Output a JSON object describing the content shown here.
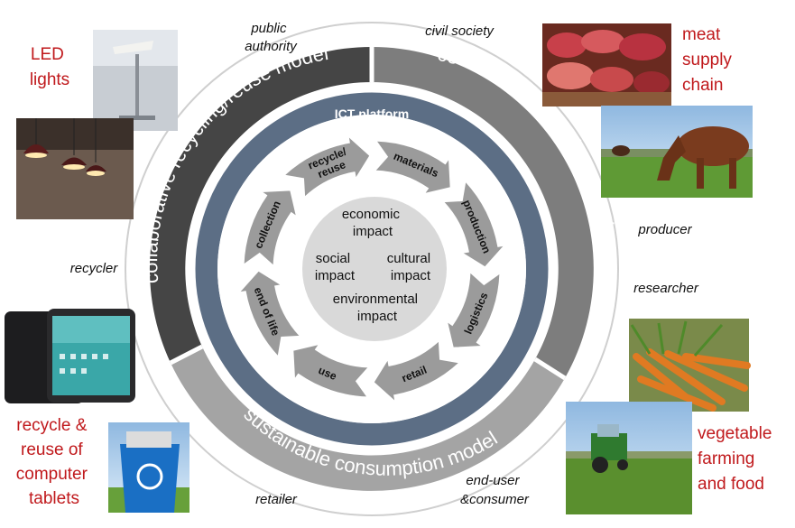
{
  "rings": {
    "outer_top_left": "collaborative recycling/reuse model",
    "outer_top_right": "co-creation of products/services model",
    "outer_bottom": "sustainable consumption model",
    "platform": "ICT platform"
  },
  "cycle_steps": [
    "recycle/ reuse",
    "materials",
    "production",
    "logistics",
    "retail",
    "use",
    "end of life",
    "collection"
  ],
  "impacts": {
    "economic": [
      "economic",
      "impact"
    ],
    "social": [
      "social",
      "impact"
    ],
    "cultural": [
      "cultural",
      "impact"
    ],
    "environmental": [
      "environmental",
      "impact"
    ]
  },
  "stakeholders": {
    "public_authority": [
      "public",
      "authority"
    ],
    "civil_society": "civil society",
    "producer": "producer",
    "researcher": "researcher",
    "recycler": "recycler",
    "end_user": [
      "end-user",
      "&consumer"
    ],
    "retailer": "retailer"
  },
  "examples": {
    "led": [
      "LED",
      "lights"
    ],
    "meat": [
      "meat",
      "supply",
      "chain"
    ],
    "tablets": [
      "recycle &",
      "reuse of",
      "computer",
      "tablets"
    ],
    "vegetable": [
      "vegetable",
      "farming",
      "and food"
    ]
  },
  "photos": [
    "led-lamp-photo",
    "pendant-lights-photo",
    "meat-photo",
    "cow-photo",
    "tablet-photo",
    "recycling-bin-photo",
    "carrots-photo",
    "tractor-photo"
  ],
  "colors": {
    "example_text": "#c0191c",
    "outer_dark": "#454545",
    "outer_mid": "#7a7a7a",
    "outer_light": "#a2a2a2",
    "platform_ring": "#5c6e85",
    "arrow": "#9b9b9b",
    "center": "#d9d9d9"
  }
}
